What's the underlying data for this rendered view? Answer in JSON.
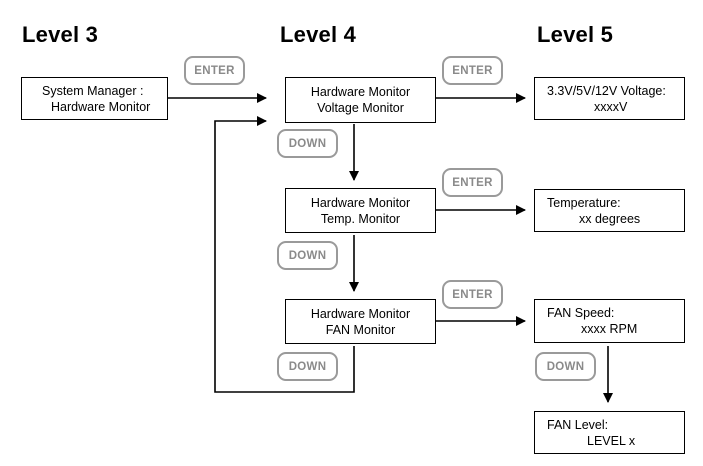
{
  "levels": {
    "level3": "Level 3",
    "level4": "Level 4",
    "level5": "Level 5"
  },
  "boxes": {
    "system_manager": {
      "line1": "System Manager :",
      "line2": "Hardware Monitor"
    },
    "voltage_monitor": {
      "line1": "Hardware Monitor",
      "line2": "Voltage Monitor"
    },
    "temp_monitor": {
      "line1": "Hardware Monitor",
      "line2": "Temp. Monitor"
    },
    "fan_monitor": {
      "line1": "Hardware Monitor",
      "line2": "FAN Monitor"
    },
    "voltage": {
      "line1": "3.3V/5V/12V Voltage:",
      "line2": "xxxxV"
    },
    "temperature": {
      "line1": "Temperature:",
      "line2": "xx degrees"
    },
    "fan_speed": {
      "line1": "FAN Speed:",
      "line2": "xxxx RPM"
    },
    "fan_level": {
      "line1": "FAN Level:",
      "line2": "LEVEL x"
    }
  },
  "keys": {
    "enter": "ENTER",
    "down": "DOWN"
  }
}
